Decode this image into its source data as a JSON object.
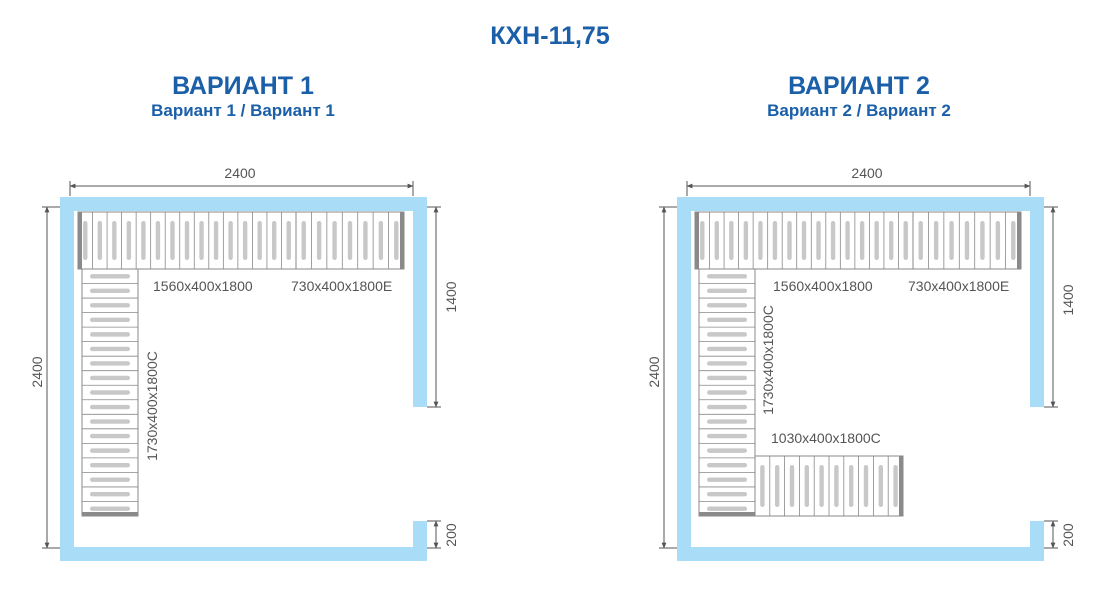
{
  "title": "КХН-11,75",
  "variants": [
    {
      "heading": "ВАРИАНТ 1",
      "subheading": "Вариант 1 / Вариант 1",
      "dim_top": "2400",
      "dim_left": "2400",
      "dim_right_top": "1400",
      "dim_right_bottom": "200",
      "labels": {
        "top_shelf_main": "1560х400х1800",
        "top_shelf_end": "730х400х1800Е",
        "left_shelf": "1730х400х1800С"
      }
    },
    {
      "heading": "ВАРИАНТ 2",
      "subheading": "Вариант 2 / Вариант 2",
      "dim_top": "2400",
      "dim_left": "2400",
      "dim_right_top": "1400",
      "dim_right_bottom": "200",
      "labels": {
        "top_shelf_main": "1560х400х1800",
        "top_shelf_end": "730х400х1800Е",
        "left_shelf": "1730х400х1800С",
        "bottom_shelf": "1030х400х1800С"
      }
    }
  ],
  "colors": {
    "title": "#1a5fa8",
    "wall": "#a9dcf6",
    "dimension": "#555555",
    "shelf_frame": "#888888",
    "slot": "#c8c8c8"
  }
}
